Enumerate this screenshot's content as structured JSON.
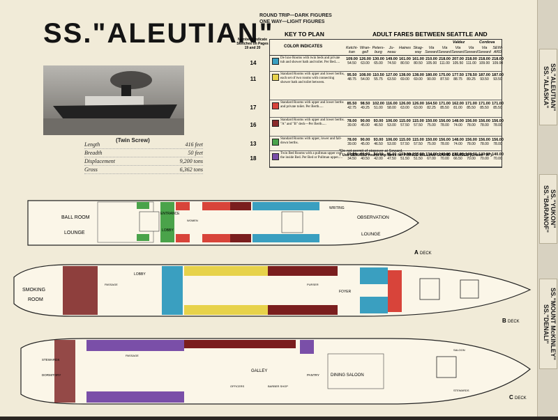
{
  "ship_title": "SS.\"ALEUTIAN\"",
  "photo_caption": "(Twin Screw)",
  "specs": [
    {
      "label": "Length",
      "value": "416 feet"
    },
    {
      "label": "Breadth",
      "value": "50 feet"
    },
    {
      "label": "Displacement",
      "value": "9,200 tons"
    },
    {
      "label": "Gross",
      "value": "6,362 tons"
    }
  ],
  "fares_header": {
    "round_trip": "ROUND TRIP—DARK FIGURES",
    "one_way": "ONE WAY—LIGHT FIGURES",
    "key_to_plan": "KEY TO PLAN",
    "adult_fares": "ADULT FARES BETWEEN SEATTLE AND",
    "numbers_note": "Numbers Indicate Sketches on Pages 19 and 20",
    "color_indicates": "COLOR INDICATES",
    "group_valdez": "Valdez",
    "group_cordova": "Cordova",
    "columns": [
      "Ketchi-kan",
      "Wran-gell",
      "Peters-burg",
      "Ju-neau",
      "Haines",
      "Skag-way",
      "Via Seward",
      "Via Seward",
      "Via Seward",
      "Via Seward",
      "Via Seward",
      "SEW-ARD"
    ]
  },
  "fare_rows": [
    {
      "num": "14",
      "color": "#3a9fc0",
      "desc": "De luxe Rooms with twin beds and private tub and shower bath and toilet. Per Bed.....",
      "rt": [
        "109.00",
        "126.00",
        "130.00",
        "149.00",
        "161.00",
        "161.00",
        "210.00",
        "218.00",
        "207.00",
        "218.00",
        "218.00",
        "218.00"
      ],
      "ow": [
        "54.50",
        "63.00",
        "65.00",
        "74.50",
        "80.50",
        "80.50",
        "105.00",
        "111.00",
        "105.50",
        "111.00",
        "109.00",
        "109.00"
      ]
    },
    {
      "num": "11",
      "color": "#e7d24a",
      "desc": "Standard Rooms with upper and lower berths, each set of two rooms with connecting shower bath and toilet between.",
      "rt": [
        "95.50",
        "108.00",
        "110.50",
        "127.00",
        "138.00",
        "138.00",
        "180.00",
        "175.00",
        "177.50",
        "178.50",
        "187.00",
        "187.00"
      ],
      "ow": [
        "48.75",
        "54.00",
        "55.75",
        "63.50",
        "69.00",
        "69.00",
        "90.00",
        "87.50",
        "88.75",
        "89.25",
        "93.50",
        "93.50"
      ]
    },
    {
      "num": "17",
      "color": "#d8443a",
      "desc": "Standard Rooms with upper and lower berths and private toilet. Per Berth.....",
      "rt": [
        "85.50",
        "98.50",
        "102.00",
        "116.00",
        "126.00",
        "126.00",
        "164.50",
        "171.00",
        "162.00",
        "171.00",
        "171.00",
        "171.00"
      ],
      "ow": [
        "42.75",
        "49.25",
        "51.00",
        "58.00",
        "63.00",
        "63.00",
        "82.25",
        "85.50",
        "81.00",
        "85.50",
        "85.50",
        "85.50"
      ]
    },
    {
      "num": "16",
      "color": "#8a2a2a",
      "desc": "Standard Rooms with upper and lower berths. \"A\" and \"B\" deck—Per Berth.....",
      "rt": [
        "78.00",
        "90.00",
        "93.00",
        "106.00",
        "115.00",
        "115.00",
        "150.00",
        "156.00",
        "148.00",
        "156.00",
        "156.00",
        "156.00"
      ],
      "ow": [
        "39.00",
        "45.00",
        "46.50",
        "53.00",
        "57.50",
        "57.50",
        "75.00",
        "78.00",
        "74.00",
        "78.00",
        "78.00",
        "78.00"
      ]
    },
    {
      "num": "13",
      "color": "#4aa34a",
      "desc": "Standard Rooms with upper, lower and fall-down berths.",
      "rt": [
        "78.00",
        "90.00",
        "93.00",
        "106.00",
        "115.00",
        "115.00",
        "150.00",
        "156.00",
        "148.00",
        "156.00",
        "156.00",
        "156.00"
      ],
      "ow": [
        "39.00",
        "45.00",
        "46.50",
        "53.00",
        "57.50",
        "57.50",
        "75.00",
        "78.00",
        "74.00",
        "78.00",
        "78.00",
        "78.00"
      ]
    },
    {
      "num": "18",
      "color": "#7a4fa8",
      "desc": "Twin Bed Rooms with a pullman upper over the inside Bed. Per Bed or Pullman upper.....",
      "rt": [
        "69.00",
        "81.00",
        "84.00",
        "95.00",
        "103.00",
        "103.00",
        "134.00",
        "140.00",
        "133.00",
        "140.00",
        "140.00",
        "140.00"
      ],
      "ow": [
        "34.50",
        "40.50",
        "42.00",
        "47.50",
        "51.50",
        "51.50",
        "67.00",
        "70.00",
        "66.50",
        "70.00",
        "70.00",
        "70.00"
      ]
    }
  ],
  "footnotes": {
    "note1": "*Do not permit of stopover at Seward.",
    "note2": "† Use SEWARD round trip fares for PRINCE WILLIAM SOUND CRUISES (Cruise \"A\")."
  },
  "side_tabs": [
    {
      "text": "SS.\"ALEUTIAN\" SS.\"ALASKA\""
    },
    {
      "text": "SS.\"YUKON\" SS.\"BARANOF\""
    },
    {
      "text": "SS.\"MOUNT McKINLEY\" SS.\"DENALI\""
    }
  ],
  "deck_a": {
    "label": "A",
    "label_suffix": "DECK",
    "rooms": [
      "BALL ROOM",
      "LOUNGE",
      "ENTRANCE",
      "LOBBY",
      "WOMEN",
      "WRITING",
      "OBSERVATION",
      "LOUNGE"
    ]
  },
  "deck_b": {
    "label": "B",
    "label_suffix": "DECK",
    "rooms": [
      "SMOKING",
      "ROOM",
      "LOBBY",
      "FOYER",
      "PURSER",
      "PASSAGE"
    ]
  },
  "deck_c": {
    "label": "C",
    "label_suffix": "DECK",
    "rooms": [
      "STEWARDS",
      "DORMITORY",
      "PASSAGE",
      "DINING SALOON",
      "GALLEY",
      "PANTRY",
      "OFFICERS",
      "BARBER SHOP",
      "SALOON",
      "STEWARDS"
    ]
  }
}
